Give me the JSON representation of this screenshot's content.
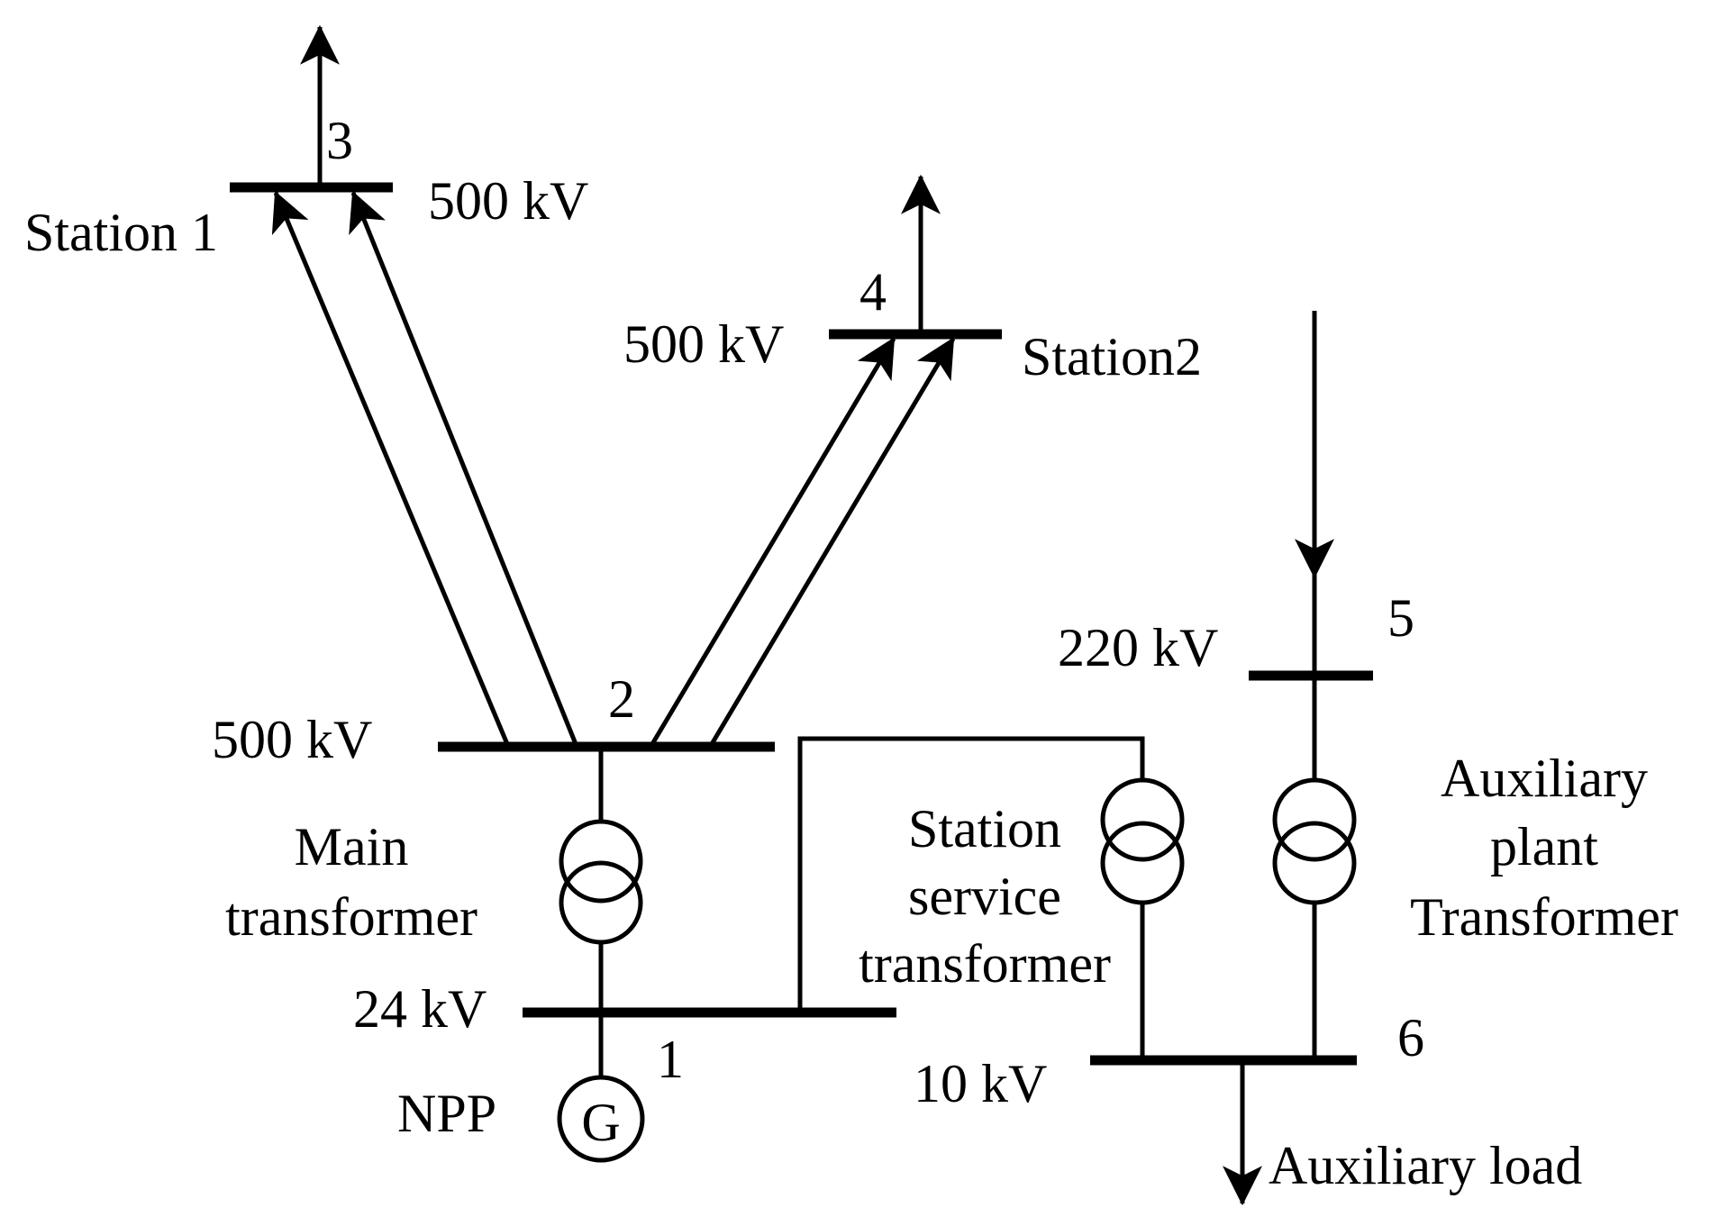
{
  "buses": [
    {
      "id": "bus-1",
      "number": "1",
      "voltage": "24 kV",
      "name": "NPP"
    },
    {
      "id": "bus-2",
      "number": "2",
      "voltage": "500 kV"
    },
    {
      "id": "bus-3",
      "number": "3",
      "voltage": "500 kV",
      "name": "Station 1"
    },
    {
      "id": "bus-4",
      "number": "4",
      "voltage": "500 kV",
      "name": "Station2"
    },
    {
      "id": "bus-5",
      "number": "5",
      "voltage": "220 kV"
    },
    {
      "id": "bus-6",
      "number": "6",
      "voltage": "10 kV"
    }
  ],
  "generator": {
    "symbol": "G",
    "label": "NPP"
  },
  "transformers": {
    "main": [
      "Main",
      "transformer"
    ],
    "station_service": [
      "Station",
      "service",
      "transformer"
    ],
    "auxiliary_plant": [
      "Auxiliary",
      "plant",
      "Transformer"
    ]
  },
  "load": {
    "label": "Auxiliary load"
  },
  "connections": [
    {
      "from": "bus-2",
      "to": "bus-3",
      "type": "double line"
    },
    {
      "from": "bus-2",
      "to": "bus-4",
      "type": "double line"
    },
    {
      "from": "bus-1",
      "to": "bus-2",
      "type": "main transformer"
    },
    {
      "from": "bus-1",
      "to": "bus-6",
      "type": "station service transformer"
    },
    {
      "from": "bus-5",
      "to": "bus-6",
      "type": "auxiliary plant transformer"
    }
  ]
}
